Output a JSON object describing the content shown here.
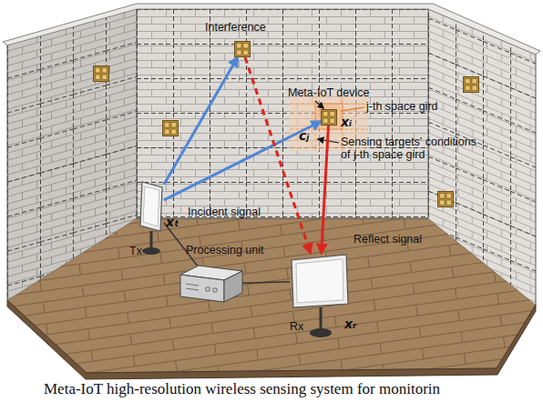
{
  "diagram": {
    "caption": "Meta-IoT high-resolution wireless sensing system for monitorin",
    "nodes": [
      {
        "text": [
          "Interference"
        ]
      },
      {
        "text": [
          "Meta-IoT device",
          "xᵢ"
        ]
      },
      {
        "text": [
          "Tx",
          "xₜ"
        ]
      },
      {
        "text": [
          "Processing unit"
        ]
      },
      {
        "text": [
          "Rx",
          "xᵣ"
        ]
      }
    ],
    "edges": [
      {
        "from": 2,
        "to": 0,
        "arrow": "to"
      },
      {
        "from": 2,
        "to": 1,
        "label": "Incident signal",
        "arrow": "to"
      },
      {
        "from": 0,
        "to": 4,
        "arrow": "to"
      },
      {
        "from": 1,
        "to": 4,
        "label": "Reflect signal",
        "arrow": "to"
      },
      {
        "from": 2,
        "to": 3,
        "arrow": "none"
      },
      {
        "from": 3,
        "to": 4,
        "arrow": "none"
      }
    ],
    "labels": [
      "j-th space gird",
      "cⱼ",
      "Sensing targets' conditions of j-th space gird"
    ]
  }
}
